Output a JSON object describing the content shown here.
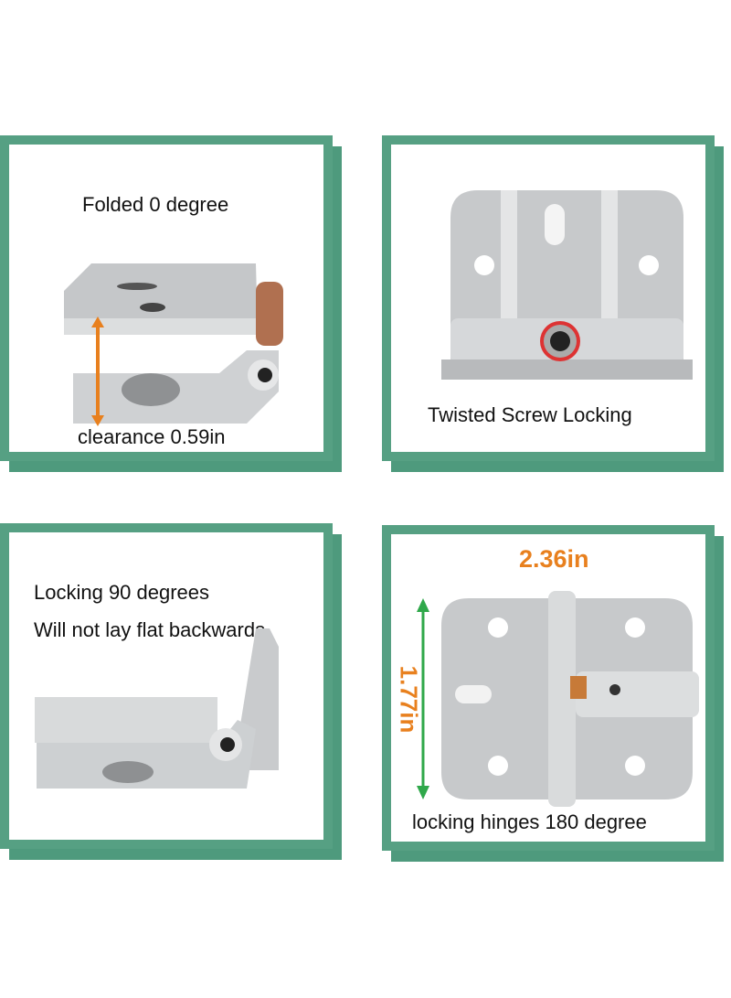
{
  "panels": [
    {
      "caption_top": "Folded 0 degree",
      "caption_bottom": "clearance 0.59in"
    },
    {
      "caption": "Twisted Screw Locking"
    },
    {
      "caption_line1": "Locking 90 degrees",
      "caption_line2": "Will not lay flat backwards"
    },
    {
      "width_label": "2.36in",
      "height_label": "1.77in",
      "caption": "locking hinges 180 degree"
    }
  ],
  "colors": {
    "frame": "#56a083",
    "accent_orange": "#e8801e",
    "accent_green": "#2fa84a",
    "metal": "#c9cbcd"
  }
}
